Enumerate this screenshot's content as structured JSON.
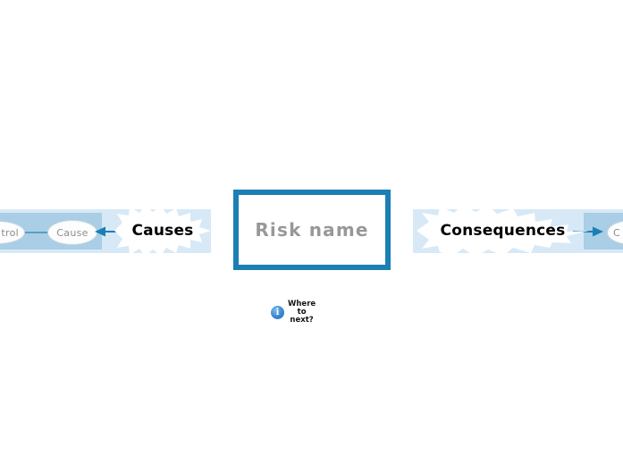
{
  "diagram": {
    "type": "bowtie-risk-diagram",
    "center": {
      "risk_name": "Risk name",
      "border_color": "#1b7fb5",
      "text_color": "#989898"
    },
    "left_branch": {
      "callout_label": "Causes",
      "band_outer_color": "#d7e9f6",
      "band_inner_color": "#a9cee5",
      "arrow_direction": "left",
      "arrow_color": "#1b7fb5",
      "nodes": [
        {
          "name": "control-node",
          "label": "trol",
          "full_label": "Control"
        },
        {
          "name": "cause-node",
          "label": "Cause"
        }
      ]
    },
    "right_branch": {
      "callout_label": "Consequences",
      "band_outer_color": "#d7e9f6",
      "band_inner_color": "#a9cee5",
      "arrow_direction": "right",
      "arrow_color": "#1b7fb5",
      "nodes": [
        {
          "name": "consequence-node",
          "label": "C"
        }
      ]
    },
    "hint": {
      "icon": "info-icon",
      "icon_glyph": "i",
      "icon_color": "#3b86d2",
      "label": "Where\nto\nnext?"
    }
  }
}
